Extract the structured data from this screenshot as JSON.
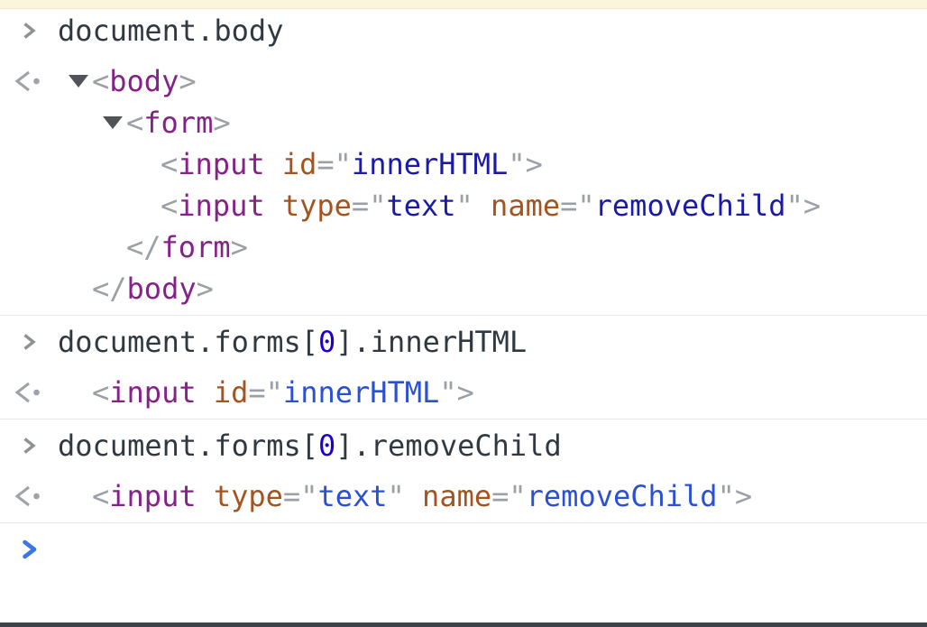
{
  "colors": {
    "info_bar_bg": "#fbf5dc",
    "divider": "#e9e9eb",
    "bottom_bar": "#3d434b",
    "command_text": "#303942",
    "number_literal": "#1c00cf",
    "bracket_punct": "#9aa0a6",
    "tag_name": "#86218a",
    "attr_name": "#a4541f",
    "attr_value_tree": "#1a1aa6",
    "attr_value_result": "#2b50d2",
    "command_chevron": "#8e9297",
    "return_arrow": "#9fa3a8",
    "prompt_chevron": "#3b76e8",
    "expander_triangle": "#505459"
  },
  "icons": {
    "command-chevron-icon": "chevron-right",
    "return-value-icon": "left-angle-with-dot",
    "expander-triangle-icon": "triangle-down",
    "prompt-chevron-icon": "chevron-right-blue"
  },
  "console": {
    "groups": [
      {
        "command": [
          {
            "c": "plain",
            "t": "document.body"
          }
        ],
        "result": {
          "kind": "tree",
          "rows": [
            {
              "indent": 0,
              "expander": true,
              "tokens": [
                {
                  "c": "brk",
                  "t": "<"
                },
                {
                  "c": "tag",
                  "t": "body"
                },
                {
                  "c": "brk",
                  "t": ">"
                }
              ]
            },
            {
              "indent": 1,
              "expander": true,
              "tokens": [
                {
                  "c": "brk",
                  "t": "<"
                },
                {
                  "c": "tag",
                  "t": "form"
                },
                {
                  "c": "brk",
                  "t": ">"
                }
              ]
            },
            {
              "indent": 2,
              "expander": false,
              "tokens": [
                {
                  "c": "brk",
                  "t": "<"
                },
                {
                  "c": "tag",
                  "t": "input"
                },
                {
                  "c": "sp",
                  "t": " "
                },
                {
                  "c": "attr",
                  "t": "id"
                },
                {
                  "c": "brk",
                  "t": "=\""
                },
                {
                  "c": "val",
                  "t": "innerHTML"
                },
                {
                  "c": "brk",
                  "t": "\">"
                }
              ]
            },
            {
              "indent": 2,
              "expander": false,
              "tokens": [
                {
                  "c": "brk",
                  "t": "<"
                },
                {
                  "c": "tag",
                  "t": "input"
                },
                {
                  "c": "sp",
                  "t": " "
                },
                {
                  "c": "attr",
                  "t": "type"
                },
                {
                  "c": "brk",
                  "t": "=\""
                },
                {
                  "c": "val",
                  "t": "text"
                },
                {
                  "c": "brk",
                  "t": "\" "
                },
                {
                  "c": "attr",
                  "t": "name"
                },
                {
                  "c": "brk",
                  "t": "=\""
                },
                {
                  "c": "val",
                  "t": "removeChild"
                },
                {
                  "c": "brk",
                  "t": "\">"
                }
              ]
            },
            {
              "indent": 1,
              "expander": false,
              "tokens": [
                {
                  "c": "brk",
                  "t": "</"
                },
                {
                  "c": "tag",
                  "t": "form"
                },
                {
                  "c": "brk",
                  "t": ">"
                }
              ]
            },
            {
              "indent": 0,
              "expander": false,
              "tokens": [
                {
                  "c": "brk",
                  "t": "</"
                },
                {
                  "c": "tag",
                  "t": "body"
                },
                {
                  "c": "brk",
                  "t": ">"
                }
              ]
            }
          ]
        }
      },
      {
        "command": [
          {
            "c": "plain",
            "t": "document.forms["
          },
          {
            "c": "num",
            "t": "0"
          },
          {
            "c": "plain",
            "t": "].innerHTML"
          }
        ],
        "result": {
          "kind": "element",
          "tokens": [
            {
              "c": "brk",
              "t": "<"
            },
            {
              "c": "tag",
              "t": "input"
            },
            {
              "c": "sp",
              "t": " "
            },
            {
              "c": "attr",
              "t": "id"
            },
            {
              "c": "brk",
              "t": "=\""
            },
            {
              "c": "val2",
              "t": "innerHTML"
            },
            {
              "c": "brk",
              "t": "\">"
            }
          ]
        }
      },
      {
        "command": [
          {
            "c": "plain",
            "t": "document.forms["
          },
          {
            "c": "num",
            "t": "0"
          },
          {
            "c": "plain",
            "t": "].removeChild"
          }
        ],
        "result": {
          "kind": "element",
          "tokens": [
            {
              "c": "brk",
              "t": "<"
            },
            {
              "c": "tag",
              "t": "input"
            },
            {
              "c": "sp",
              "t": " "
            },
            {
              "c": "attr",
              "t": "type"
            },
            {
              "c": "brk",
              "t": "=\""
            },
            {
              "c": "val2",
              "t": "text"
            },
            {
              "c": "brk",
              "t": "\" "
            },
            {
              "c": "attr",
              "t": "name"
            },
            {
              "c": "brk",
              "t": "=\""
            },
            {
              "c": "val2",
              "t": "removeChild"
            },
            {
              "c": "brk",
              "t": "\">"
            }
          ]
        }
      }
    ],
    "prompt_value": ""
  }
}
